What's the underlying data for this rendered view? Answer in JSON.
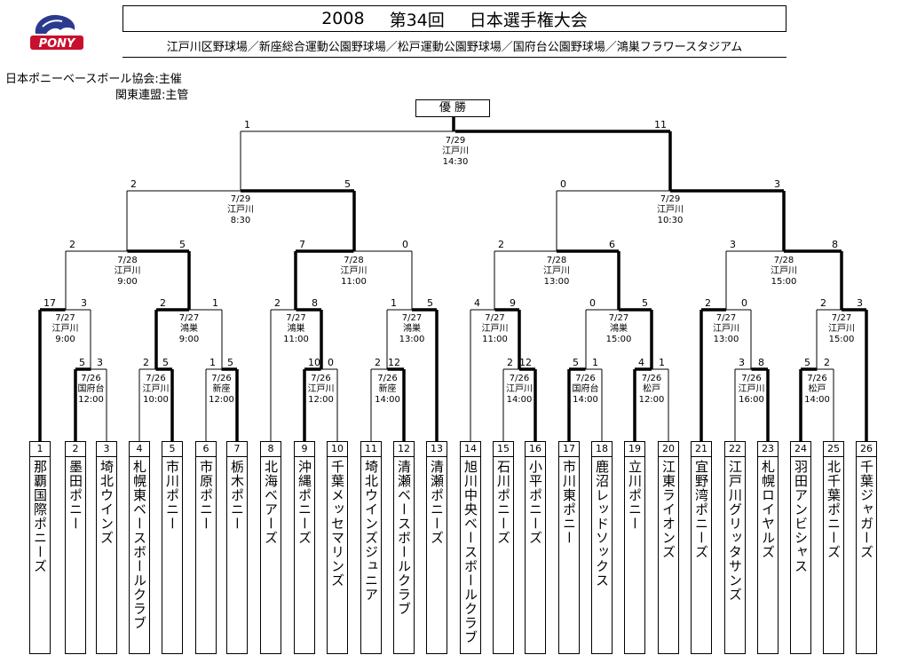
{
  "header": {
    "year": "2008",
    "edition": "第34回",
    "title": "日本選手権大会",
    "venues": "江戸川区野球場／新座総合運動公園野球場／松戸運動公園野球場／国府台公園野球場／鴻巣フラワースタジアム",
    "logo_text": "PONY"
  },
  "organizers": {
    "host": "日本ポニーベースボール協会:主催",
    "manager": "関東連盟:主管"
  },
  "champion_label": "優 勝",
  "teams": [
    {
      "num": "1",
      "name": "那覇国際ポニーズ"
    },
    {
      "num": "2",
      "name": "墨田ポニー"
    },
    {
      "num": "3",
      "name": "埼北ウインズ"
    },
    {
      "num": "4",
      "name": "札幌東ベースボールクラブ"
    },
    {
      "num": "5",
      "name": "市川ポニー"
    },
    {
      "num": "6",
      "name": "市原ポニー"
    },
    {
      "num": "7",
      "name": "栃木ポニー"
    },
    {
      "num": "8",
      "name": "北海ベアーズ"
    },
    {
      "num": "9",
      "name": "沖縄ポニーズ"
    },
    {
      "num": "10",
      "name": "千葉メッセマリンズ"
    },
    {
      "num": "11",
      "name": "埼北ウインズジュニア"
    },
    {
      "num": "12",
      "name": "清瀬ベースボールクラブ"
    },
    {
      "num": "13",
      "name": "清瀬ポニーズ"
    },
    {
      "num": "14",
      "name": "旭川中央ベースボールクラブ"
    },
    {
      "num": "15",
      "name": "石川ポニーズ"
    },
    {
      "num": "16",
      "name": "小平ポニーズ"
    },
    {
      "num": "17",
      "name": "市川東ポニー"
    },
    {
      "num": "18",
      "name": "鹿沼レッドソックス"
    },
    {
      "num": "19",
      "name": "立川ポニー"
    },
    {
      "num": "20",
      "name": "江東ライオンズ"
    },
    {
      "num": "21",
      "name": "宜野湾ポニーズ"
    },
    {
      "num": "22",
      "name": "江戸川グリッタサンズ"
    },
    {
      "num": "23",
      "name": "札幌ロイヤルズ"
    },
    {
      "num": "24",
      "name": "羽田アンビシャス"
    },
    {
      "num": "25",
      "name": "北千葉ポニーズ"
    },
    {
      "num": "26",
      "name": "千葉ジャガーズ"
    }
  ],
  "matches": [
    {
      "id": "r1a",
      "date": "7/26",
      "venue": "国府台",
      "time": "12:00",
      "scoreL": "5",
      "scoreR": "3",
      "winner": "L"
    },
    {
      "id": "r1b",
      "date": "7/26",
      "venue": "江戸川",
      "time": "10:00",
      "scoreL": "2",
      "scoreR": "5",
      "winner": "R"
    },
    {
      "id": "r1c",
      "date": "7/26",
      "venue": "新座",
      "time": "12:00",
      "scoreL": "1",
      "scoreR": "5",
      "winner": "R"
    },
    {
      "id": "r1d",
      "date": "7/26",
      "venue": "江戸川",
      "time": "12:00",
      "scoreL": "10",
      "scoreR": "0",
      "winner": "L"
    },
    {
      "id": "r1e",
      "date": "7/26",
      "venue": "新座",
      "time": "14:00",
      "scoreL": "2",
      "scoreR": "12",
      "winner": "R"
    },
    {
      "id": "r1f",
      "date": "7/26",
      "venue": "江戸川",
      "time": "14:00",
      "scoreL": "2",
      "scoreR": "12",
      "winner": "R"
    },
    {
      "id": "r1g",
      "date": "7/26",
      "venue": "国府台",
      "time": "14:00",
      "scoreL": "5",
      "scoreR": "1",
      "winner": "L"
    },
    {
      "id": "r1h",
      "date": "7/26",
      "venue": "松戸",
      "time": "12:00",
      "scoreL": "4",
      "scoreR": "1",
      "winner": "L"
    },
    {
      "id": "r1i",
      "date": "7/26",
      "venue": "江戸川",
      "time": "16:00",
      "scoreL": "3",
      "scoreR": "8",
      "winner": "R"
    },
    {
      "id": "r1j",
      "date": "7/26",
      "venue": "松戸",
      "time": "14:00",
      "scoreL": "5",
      "scoreR": "2",
      "winner": "L"
    },
    {
      "id": "r2a",
      "date": "7/27",
      "venue": "江戸川",
      "time": "9:00",
      "scoreL": "17",
      "scoreR": "3",
      "winner": "L"
    },
    {
      "id": "r2b",
      "date": "7/27",
      "venue": "鴻巣",
      "time": "9:00",
      "scoreL": "2",
      "scoreR": "1",
      "winner": "L"
    },
    {
      "id": "r2c",
      "date": "7/27",
      "venue": "鴻巣",
      "time": "11:00",
      "scoreL": "2",
      "scoreR": "8",
      "winner": "R"
    },
    {
      "id": "r2d",
      "date": "7/27",
      "venue": "鴻巣",
      "time": "13:00",
      "scoreL": "1",
      "scoreR": "5",
      "winner": "R"
    },
    {
      "id": "r2e",
      "date": "7/27",
      "venue": "江戸川",
      "time": "11:00",
      "scoreL": "4",
      "scoreR": "9",
      "winner": "R"
    },
    {
      "id": "r2f",
      "date": "7/27",
      "venue": "鴻巣",
      "time": "15:00",
      "scoreL": "0",
      "scoreR": "5",
      "winner": "R"
    },
    {
      "id": "r2g",
      "date": "7/27",
      "venue": "江戸川",
      "time": "13:00",
      "scoreL": "2",
      "scoreR": "0",
      "winner": "L"
    },
    {
      "id": "r2h",
      "date": "7/27",
      "venue": "江戸川",
      "time": "15:00",
      "scoreL": "2",
      "scoreR": "3",
      "winner": "R"
    },
    {
      "id": "qf1",
      "date": "7/28",
      "venue": "江戸川",
      "time": "9:00",
      "scoreL": "2",
      "scoreR": "5",
      "winner": "R"
    },
    {
      "id": "qf2",
      "date": "7/28",
      "venue": "江戸川",
      "time": "11:00",
      "scoreL": "7",
      "scoreR": "0",
      "winner": "L"
    },
    {
      "id": "qf3",
      "date": "7/28",
      "venue": "江戸川",
      "time": "13:00",
      "scoreL": "2",
      "scoreR": "6",
      "winner": "R"
    },
    {
      "id": "qf4",
      "date": "7/28",
      "venue": "江戸川",
      "time": "15:00",
      "scoreL": "3",
      "scoreR": "8",
      "winner": "R"
    },
    {
      "id": "sf1",
      "date": "7/29",
      "venue": "江戸川",
      "time": "8:30",
      "scoreL": "2",
      "scoreR": "5",
      "winner": "R"
    },
    {
      "id": "sf2",
      "date": "7/29",
      "venue": "江戸川",
      "time": "10:30",
      "scoreL": "0",
      "scoreR": "3",
      "winner": "R"
    },
    {
      "id": "final",
      "date": "7/29",
      "venue": "江戸川",
      "time": "14:30",
      "scoreL": "1",
      "scoreR": "11",
      "winner": "R"
    }
  ]
}
